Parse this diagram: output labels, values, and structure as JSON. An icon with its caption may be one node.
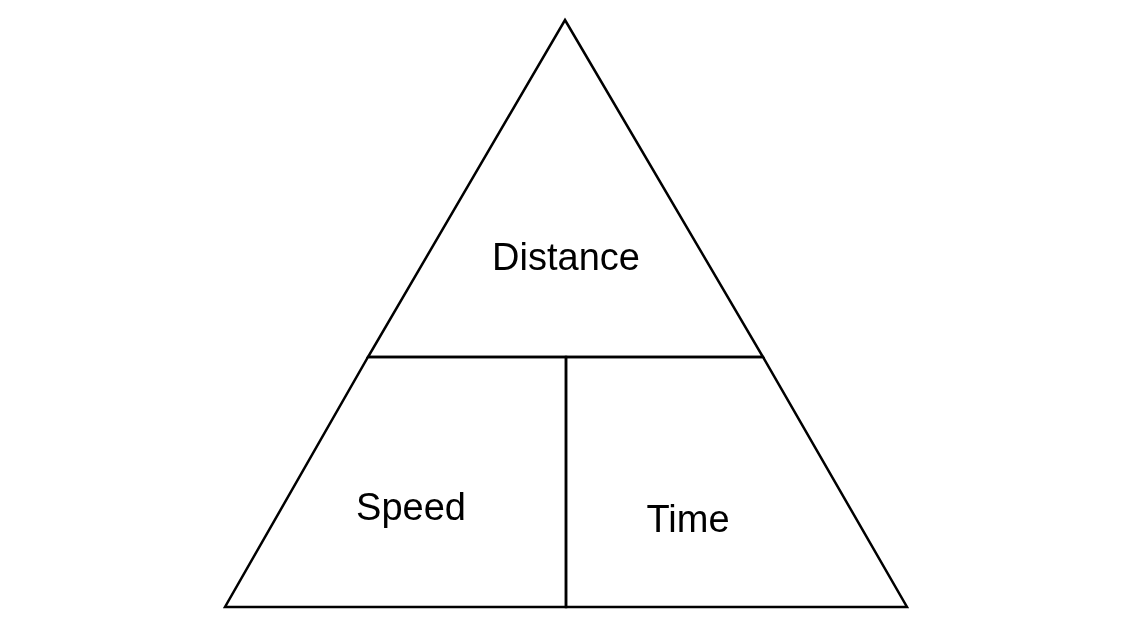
{
  "diagram": {
    "nodes": [
      {
        "text": [
          "Distance"
        ]
      },
      {
        "text": [
          "Speed"
        ]
      },
      {
        "text": [
          "Time"
        ]
      }
    ]
  }
}
